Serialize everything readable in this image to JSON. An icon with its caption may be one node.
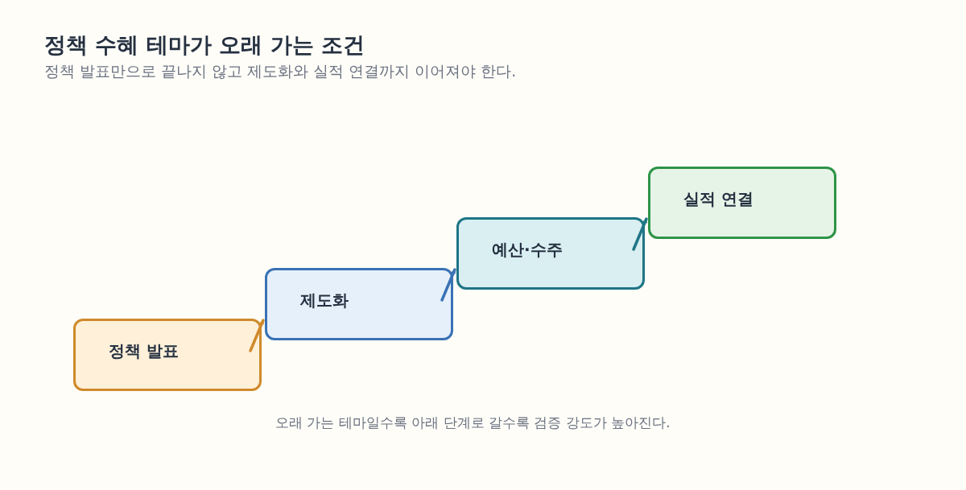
{
  "diagram": {
    "title": "정책 수혜 테마가 오래 가는 조건",
    "caption": "오래 가는 테마일수록 아래 단계로 갈수록 검증 강도가 높아진다.",
    "nodes": [
      {
        "text": [
          "정책 발표"
        ]
      },
      {
        "text": [
          "제도화"
        ]
      },
      {
        "text": [
          "예산·수주"
        ]
      },
      {
        "text": [
          "실적 연결"
        ]
      }
    ],
    "edges": [
      {
        "from": 0,
        "to": 1,
        "arrow": "to",
        "color": "#cf8a2b"
      },
      {
        "from": 1,
        "to": 2,
        "arrow": "to",
        "color": "#3a72b4"
      },
      {
        "from": 2,
        "to": 3,
        "arrow": "to",
        "color": "#1e7585"
      }
    ],
    "labels": [
      "정책 발표만으로 끝나지 않고 제도화와 실적 연결까지 이어져야 한다."
    ]
  }
}
